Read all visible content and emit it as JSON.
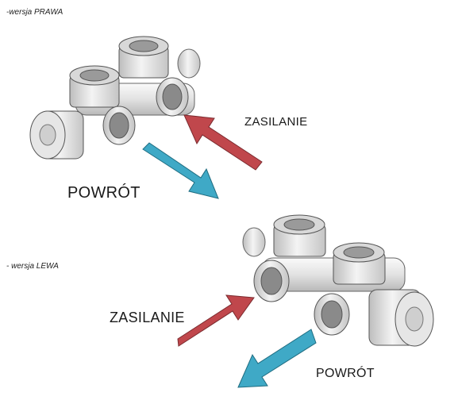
{
  "variants": [
    {
      "caption": "-wersja PRAWA",
      "supply_label": "ZASILANIE",
      "return_label": "POWRÓT"
    },
    {
      "caption": "- wersja LEWA",
      "supply_label": "ZASILANIE",
      "return_label": "POWRÓT"
    }
  ],
  "colors": {
    "supply_arrow": "#c0474c",
    "return_arrow": "#3fa9c6",
    "valve_body": "#e8e8e8",
    "valve_outline": "#555555"
  },
  "icons": [
    "valve-knob-icon",
    "pipe-fitting-icon",
    "arrow-icon"
  ]
}
